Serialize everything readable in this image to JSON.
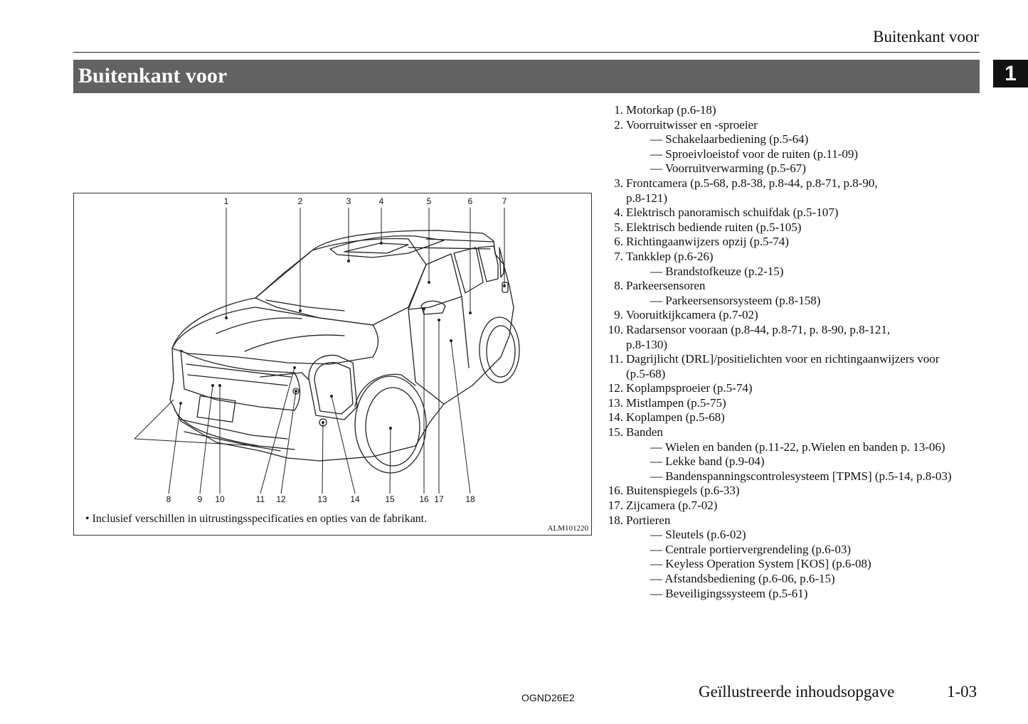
{
  "header": {
    "running_title": "Buitenkant voor"
  },
  "title_bar": {
    "title": "Buitenkant voor"
  },
  "chapter_tab": {
    "number": "1"
  },
  "figure": {
    "callouts_top": [
      "1",
      "2",
      "3",
      "4",
      "5",
      "6",
      "7"
    ],
    "callouts_bottom": [
      "8",
      "9",
      "10",
      "11",
      "12",
      "13",
      "14",
      "15",
      "16",
      "17",
      "18"
    ],
    "note": "• Inclusief verschillen in uitrustingsspecificaties en opties van de fabrikant.",
    "code": "ALM101220"
  },
  "items": [
    {
      "num": "1.",
      "lines": [
        "Motorkap (p.6-18)"
      ],
      "subs": []
    },
    {
      "num": "2.",
      "lines": [
        "Voorruitwisser en -sproeier"
      ],
      "subs": [
        "— Schakelaarbediening (p.5-64)",
        "— Sproeivloeistof voor de ruiten (p.11-09)",
        "— Voorruitverwarming (p.5-67)"
      ]
    },
    {
      "num": "3.",
      "lines": [
        "Frontcamera (p.5-68, p.8-38, p.8-44, p.8-71, p.8-90,",
        "p.8-121)"
      ],
      "subs": []
    },
    {
      "num": "4.",
      "lines": [
        "Elektrisch panoramisch schuifdak (p.5-107)"
      ],
      "subs": []
    },
    {
      "num": "5.",
      "lines": [
        "Elektrisch bediende ruiten (p.5-105)"
      ],
      "subs": []
    },
    {
      "num": "6.",
      "lines": [
        "Richtingaanwijzers opzij (p.5-74)"
      ],
      "subs": []
    },
    {
      "num": "7.",
      "lines": [
        "Tankklep (p.6-26)"
      ],
      "subs": [
        "— Brandstofkeuze (p.2-15)"
      ]
    },
    {
      "num": "8.",
      "lines": [
        "Parkeersensoren"
      ],
      "subs": [
        "— Parkeersensorsysteem (p.8-158)"
      ]
    },
    {
      "num": "9.",
      "lines": [
        "Vooruitkijkcamera (p.7-02)"
      ],
      "subs": []
    },
    {
      "num": "10.",
      "lines": [
        "Radarsensor vooraan (p.8-44, p.8-71, p. 8-90, p.8-121,",
        "p.8-130)"
      ],
      "subs": []
    },
    {
      "num": "11.",
      "lines": [
        "Dagrijlicht (DRL]/positielichten voor en richtingaanwijzers voor",
        "(p.5-68)"
      ],
      "subs": []
    },
    {
      "num": "12.",
      "lines": [
        "Koplampsproeier (p.5-74)"
      ],
      "subs": []
    },
    {
      "num": "13.",
      "lines": [
        "Mistlampen (p.5-75)"
      ],
      "subs": []
    },
    {
      "num": "14.",
      "lines": [
        "Koplampen (p.5-68)"
      ],
      "subs": []
    },
    {
      "num": "15.",
      "lines": [
        "Banden"
      ],
      "subs": [
        "— Wielen en banden (p.11-22, p.Wielen en banden p. 13-06)",
        "— Lekke band (p.9-04)",
        "— Bandenspanningscontrolesysteem [TPMS] (p.5-14, p.8-03)"
      ]
    },
    {
      "num": "16.",
      "lines": [
        "Buitenspiegels (p.6-33)"
      ],
      "subs": []
    },
    {
      "num": "17.",
      "lines": [
        "Zijcamera (p.7-02)"
      ],
      "subs": []
    },
    {
      "num": "18.",
      "lines": [
        "Portieren"
      ],
      "subs": [
        "— Sleutels (p.6-02)",
        "— Centrale portiervergrendeling (p.6-03)",
        "— Keyless Operation System [KOS] (p.6-08)",
        "— Afstandsbediening (p.6-06, p.6-15)",
        "— Beveiligingssysteem (p.5-61)"
      ]
    }
  ],
  "footer": {
    "code": "OGND26E2",
    "section": "Geïllustreerde inhoudsopgave",
    "page": "1-03"
  }
}
